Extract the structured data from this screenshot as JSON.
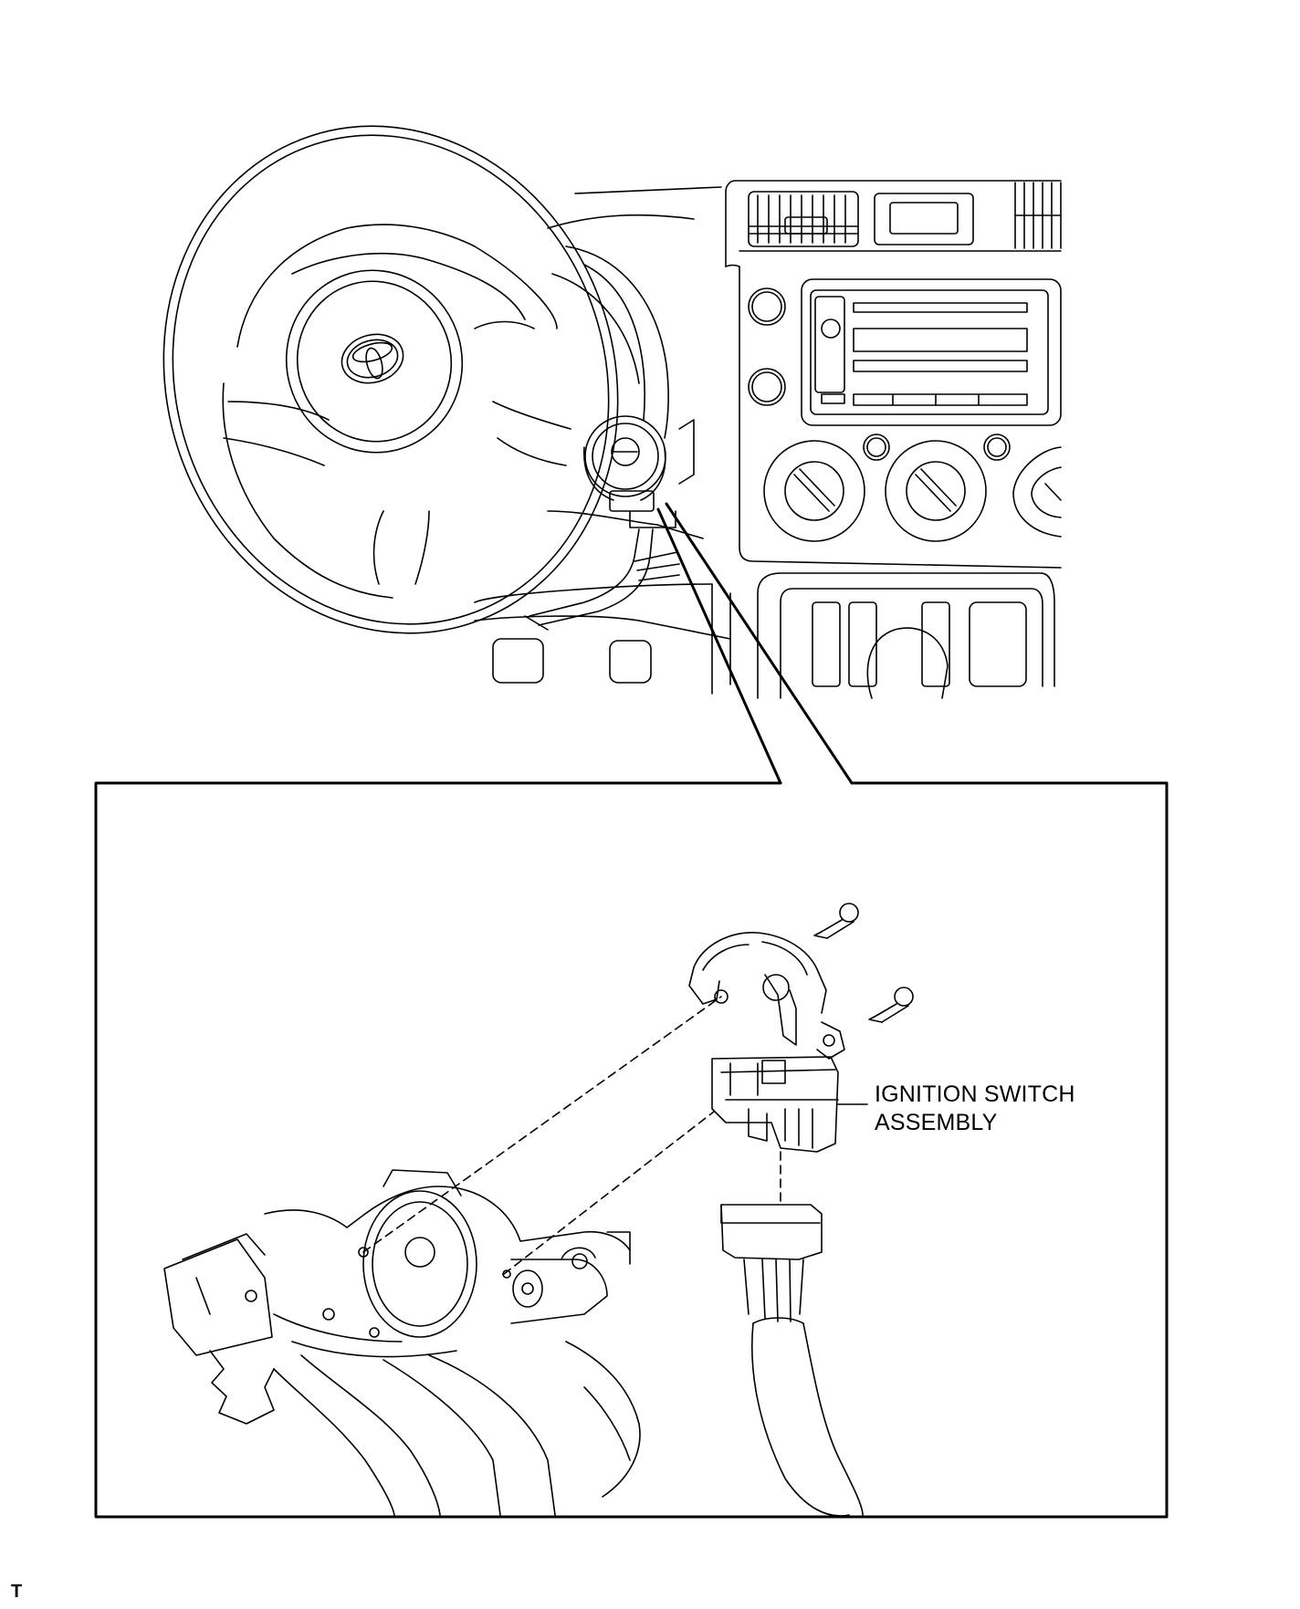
{
  "diagram": {
    "callout_label": {
      "line1": "IGNITION SWITCH",
      "line2": "ASSEMBLY"
    },
    "corner_mark": "T",
    "line_color": "#000000",
    "background_color": "#ffffff"
  }
}
